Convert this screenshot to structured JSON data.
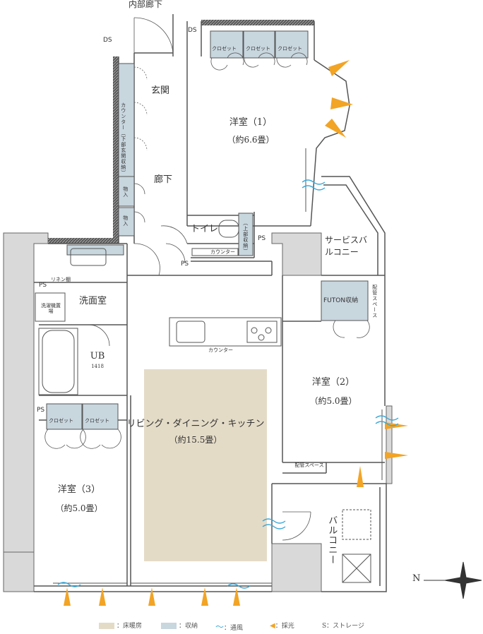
{
  "labels": {
    "inner_corridor": "内部廊下",
    "ds_left": "DS",
    "ds_right": "DS",
    "genkan": "玄関",
    "counter_vertical": "カウンター（下部玄関収納）",
    "mono_1": "物入",
    "mono_2": "物入",
    "rouka": "廊下",
    "toilet": "トイレ",
    "upper_storage": "（上部収納）",
    "counter_small": "カウンター",
    "ps_toilet": "PS",
    "ps_corridor": "PS",
    "ps_wash": "PS",
    "ps_bed3": "PS",
    "linen": "リネン棚",
    "wash_room": "洗面室",
    "washer": "洗濯機置場",
    "ub": "UB",
    "ub_size": "1418",
    "closet_labels": [
      "クロゼット",
      "クロゼット",
      "クロゼット",
      "クロゼット",
      "クロゼット"
    ],
    "bed1_name": "洋室（1）",
    "bed1_size": "（約6.6畳）",
    "service_balcony": "サービスバルコニー",
    "futon": "FUTON収納",
    "pipe_space_1": "配管スペース",
    "pipe_space_2": "配管スペース",
    "counter_kitchen": "カウンター",
    "bed2_name": "洋室（2）",
    "bed2_size": "（約5.0畳）",
    "ldk_name": "リビング・ダイニング・キッチン",
    "ldk_size": "（約15.5畳）",
    "bed3_name": "洋室（3）",
    "bed3_size": "（約5.0畳）",
    "balcony": "バルコニー",
    "north": "N"
  },
  "legend": [
    {
      "label": "：床暖房",
      "color": "#e4dbc7"
    },
    {
      "label": "：収納",
      "color": "#c8d6de"
    },
    {
      "label": "：通風",
      "color": "#3aa8d8"
    },
    {
      "label": "：採光",
      "color": "#f2a425"
    },
    {
      "label": "S：ストレージ",
      "color": ""
    }
  ]
}
